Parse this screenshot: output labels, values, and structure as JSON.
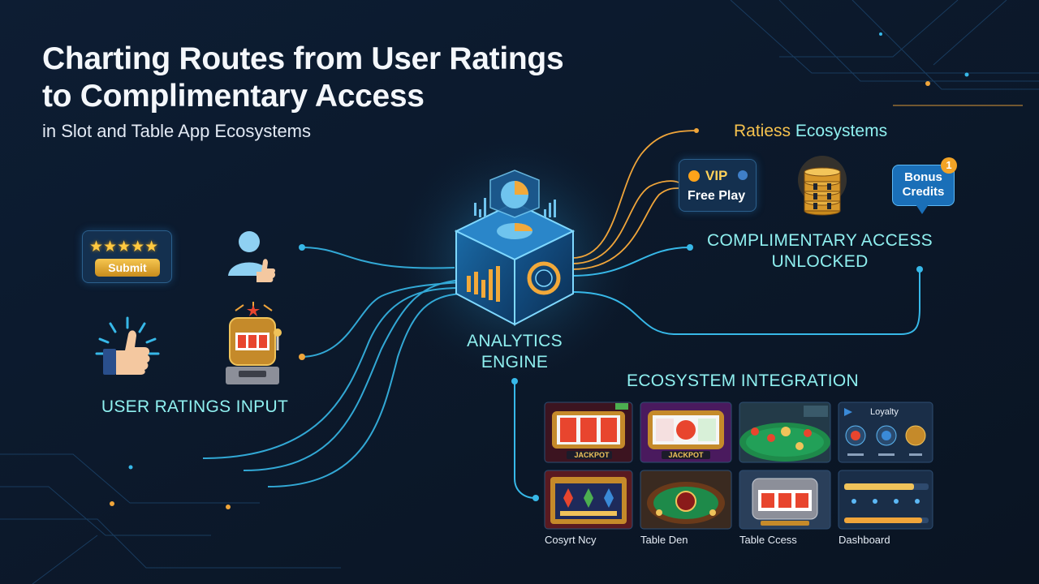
{
  "header": {
    "title_line1": "Charting Routes from User Ratings",
    "title_line2": "to Complimentary Access",
    "subtitle": "in Slot and Table App Ecosystems"
  },
  "input": {
    "section_label": "USER RATINGS INPUT",
    "rating_stars": "★★★★★",
    "submit_label": "Submit"
  },
  "engine": {
    "label_line1": "ANALYTICS",
    "label_line2": "ENGINE"
  },
  "rewards": {
    "heading_part1": "Ratiess",
    "heading_part2": "Ecosystems",
    "vip_label": "VIP",
    "free_play_label": "Free Play",
    "bonus_line1": "Bonus",
    "bonus_line2": "Credits",
    "bonus_badge": "1",
    "access_line1": "COMPLIMENTARY ACCESS",
    "access_line2": "UNLOCKED"
  },
  "integration": {
    "heading": "ECOSYSTEM INTEGRATION",
    "tiles": [
      {
        "name": "slot-jackpot-red",
        "banner": "JACKPOT"
      },
      {
        "name": "slot-jackpot-purple",
        "banner": "JACKPOT"
      },
      {
        "name": "poker-table",
        "banner": ""
      },
      {
        "name": "loyalty-panel",
        "banner": "Loyalty"
      }
    ],
    "captions": [
      "Cosyrt Ncy",
      "Table Den",
      "Table Ccess",
      "Dashboard"
    ]
  },
  "colors": {
    "background": "#0b1626",
    "line_cyan": "#37b8e8",
    "line_gold": "#f0a53a",
    "accent_cyan": "#8ff0f0",
    "accent_gold": "#f6c24e"
  }
}
